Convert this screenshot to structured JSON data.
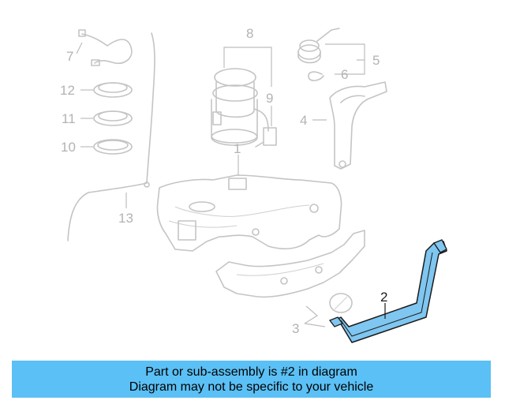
{
  "callouts": {
    "c1": "1",
    "c2": "2",
    "c3": "3",
    "c4": "4",
    "c5": "5",
    "c6": "6",
    "c7": "7",
    "c8": "8",
    "c9": "9",
    "c10": "10",
    "c11": "11",
    "c12": "12",
    "c13": "13"
  },
  "highlighted_part": "2",
  "colors": {
    "banner": "#5bc0f5",
    "highlight_fill": "#7fc6f0",
    "ghost": "#c4c4c4"
  },
  "banner": {
    "line1": "Part or sub-assembly is #2 in diagram",
    "line2": "Diagram may not be specific to your vehicle"
  }
}
